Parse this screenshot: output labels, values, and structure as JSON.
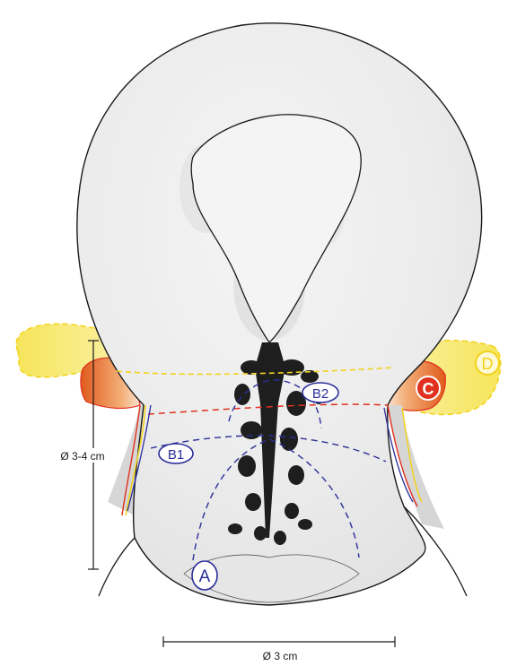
{
  "labels": {
    "A": "A",
    "B1": "B1",
    "B2": "B2",
    "C": "C",
    "D": "D"
  },
  "measurements": {
    "vertical": "Ø 3-4 cm",
    "horizontal": "Ø 3 cm"
  },
  "colors": {
    "zone_a_b": "#2b2f9a",
    "zone_c": "#e0301e",
    "zone_d": "#f2e01a",
    "tissue_fill": "#f1f1f1",
    "outline": "#1a1a1a"
  }
}
